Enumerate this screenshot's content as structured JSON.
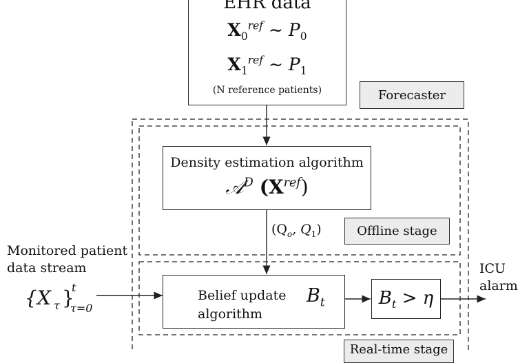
{
  "emr_box": {
    "title": "EHR data",
    "eq0": {
      "var": "X",
      "sub": "0",
      "sup": "ref",
      "rel": "∼ P",
      "rel_sub": "0"
    },
    "eq1": {
      "var": "X",
      "sub": "1",
      "sup": "ref",
      "rel": "∼ P",
      "rel_sub": "1"
    },
    "note": "(N reference patients)"
  },
  "forecaster_tag": "Forecaster",
  "density_box": {
    "title": "Density estimation algorithm",
    "formula_main": "𝒜",
    "formula_sup": "D",
    "formula_arg": "(X",
    "formula_arg_sup": "ref",
    "formula_close": ")"
  },
  "edge_label": "(Q",
  "edge_label_sub0": "o",
  "edge_label_mid": ", Q",
  "edge_label_sub1": "1",
  "edge_label_close": ")",
  "offline_tag": "Offline stage",
  "input_label": {
    "line1": "Monitored patient",
    "line2": "data stream"
  },
  "input_expr": {
    "var": "{X",
    "sub": "τ",
    "close": "}",
    "sup": "t",
    "lower": "τ=0"
  },
  "belief_box": {
    "line1": "Belief update",
    "line2": "algorithm",
    "var": "B",
    "var_sub": "t"
  },
  "threshold_box": {
    "var": "B",
    "var_sub": "t",
    "rel": " > η"
  },
  "output_label": {
    "line1": "ICU",
    "line2": "alarm"
  },
  "realtime_tag": "Real-time stage"
}
